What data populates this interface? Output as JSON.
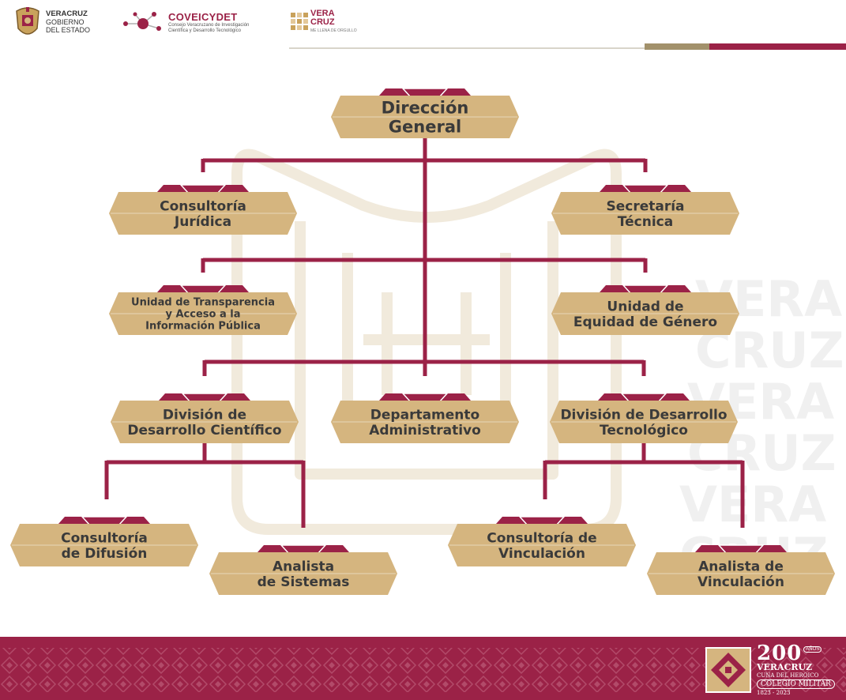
{
  "header": {
    "gobierno": {
      "line1": "VERACRUZ",
      "line2": "GOBIERNO",
      "line3": "DEL ESTADO"
    },
    "coveicydet": {
      "title": "COVEICYDET",
      "sub1": "Consejo Veracruzano de Investigación",
      "sub2": "Científica y Desarrollo Tecnológico"
    },
    "vera_cruz": {
      "line1": "VERA",
      "line2": "CRUZ",
      "tagline": "ME LLENA DE ORGULLO"
    }
  },
  "org": {
    "direccion_general": [
      "Dirección",
      "General"
    ],
    "consultoria_juridica": [
      "Consultoría",
      "Jurídica"
    ],
    "secretaria_tecnica": [
      "Secretaría",
      "Técnica"
    ],
    "unidad_transparencia": [
      "Unidad de Transparencia",
      "y Acceso a la",
      "Información Pública"
    ],
    "unidad_equidad": [
      "Unidad de",
      "Equidad de Género"
    ],
    "division_cientifico": [
      "División de",
      "Desarrollo Científico"
    ],
    "departamento_administrativo": [
      "Departamento",
      "Administrativo"
    ],
    "division_tecnologico": [
      "División de Desarrollo",
      "Tecnológico"
    ],
    "consultoria_difusion": [
      "Consultoría",
      "de Difusión"
    ],
    "analista_sistemas": [
      "Analista",
      "de Sistemas"
    ],
    "consultoria_vinculacion": [
      "Consultoría de",
      "Vinculación"
    ],
    "analista_vinculacion": [
      "Analista de",
      "Vinculación"
    ]
  },
  "watermark": [
    "VERA",
    "CRUZ"
  ],
  "footer_badge": {
    "number": "200",
    "anos": "AÑOS",
    "line1": "VERACRUZ",
    "line2": "CUNA DEL HEROICO",
    "line3": "COLEGIO MILITAR",
    "years": "1823 - 2023"
  },
  "colors": {
    "gold": "#d5b57f",
    "maroon": "#9b2247",
    "line": "#9b2247",
    "text": "#3a3a3a",
    "beige_line": "#a2916b"
  }
}
